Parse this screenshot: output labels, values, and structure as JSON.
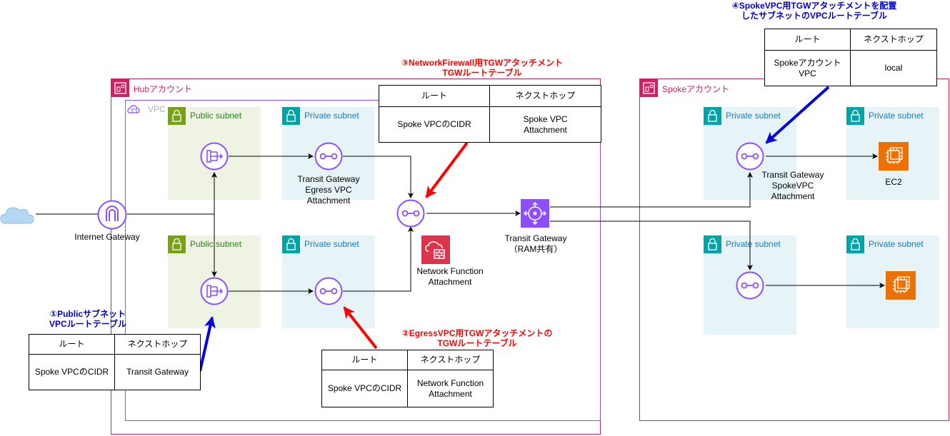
{
  "accounts": {
    "hub": {
      "label": "Hubアカウント"
    },
    "spoke": {
      "label": "Spokeアカウント"
    }
  },
  "vpc": {
    "label": "VPC"
  },
  "subnets": {
    "hub_public_top": "Public subnet",
    "hub_private_top": "Private subnet",
    "hub_public_bottom": "Public subnet",
    "hub_private_bottom": "Private subnet",
    "spoke_private_tl": "Private subnet",
    "spoke_private_tr": "Private subnet",
    "spoke_private_bl": "Private subnet",
    "spoke_private_br": "Private subnet"
  },
  "nodes": {
    "internet_gateway": "Internet Gateway",
    "egress_attachment": "Transit Gateway\nEgress VPC\nAttachment",
    "network_function": "Network Function\nAttachment",
    "transit_gateway": "Transit Gateway\n（RAM共有）",
    "spoke_attachment": "Transit Gateway\nSpokeVPC\nAttachment",
    "ec2": "EC2"
  },
  "annotations": {
    "a1": "①Publicサブネット\nVPCルートテーブル",
    "a2": "②EgressVPC用TGWアタッチメントの\nTGWルートテーブル",
    "a3": "③NetworkFirewall用TGWアタッチメント\nTGWルートテーブル",
    "a4": "④SpokeVPC用TGWアタッチメントを配置\nしたサブネットのVPCルートテーブル"
  },
  "tables": {
    "t1": {
      "h1": "ルート",
      "h2": "ネクストホップ",
      "c1": "Spoke VPCのCIDR",
      "c2": "Transit Gateway"
    },
    "t2": {
      "h1": "ルート",
      "h2": "ネクストホップ",
      "c1": "Spoke VPCのCIDR",
      "c2": "Network Function\nAttachment"
    },
    "t3": {
      "h1": "ルート",
      "h2": "ネクストホップ",
      "c1": "Spoke VPCのCIDR",
      "c2": "Spoke VPC\nAttachment"
    },
    "t4": {
      "h1": "ルート",
      "h2": "ネクストホップ",
      "c1": "Spokeアカウント\nVPC",
      "c2": "local"
    }
  },
  "colors": {
    "account": "#CD2264",
    "vpc": "#8C4FFF",
    "public_subnet": "#7AA116",
    "private_subnet": "#00A4A6",
    "ec2": "#ED7100",
    "firewall": "#DD344C",
    "red_arrow": "#FF0000",
    "blue_arrow": "#0000DD"
  }
}
